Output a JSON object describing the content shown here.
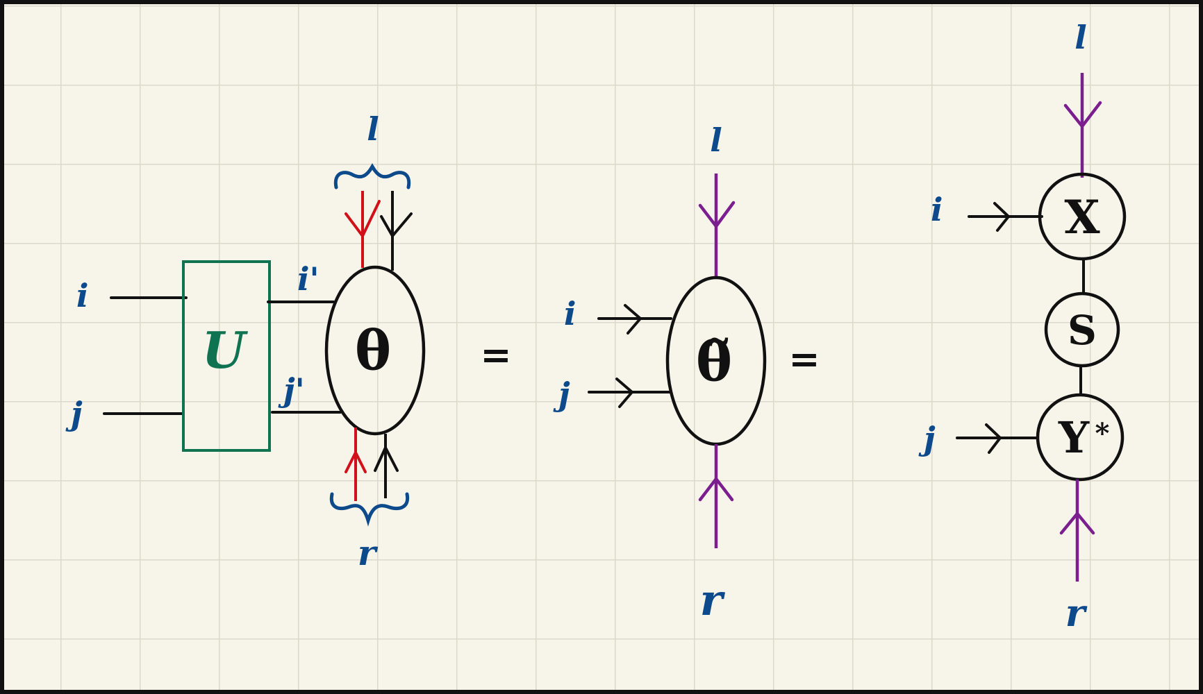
{
  "colors": {
    "background": "#f7f4e9",
    "grid": "#dcd9cc",
    "frame": "#111111",
    "index_label": "#0d4a8c",
    "unitary": "#0f7352",
    "red_wire": "#d2101a",
    "purple_wire": "#7b1f8f",
    "wire": "#111111"
  },
  "diagram1": {
    "label_i": "i",
    "label_j": "j",
    "label_i_prime": "i'",
    "label_j_prime": "j'",
    "label_l": "l",
    "label_r": "r",
    "unitary_label": "U",
    "tensor_label": "θ"
  },
  "equals_1": "=",
  "diagram2": {
    "label_i": "i",
    "label_j": "j",
    "label_l": "l",
    "label_r": "r",
    "tensor_label": "θ̃"
  },
  "equals_2": "=",
  "diagram3": {
    "label_i": "i",
    "label_j": "j",
    "label_l": "l",
    "label_r": "r",
    "node_x": "X",
    "node_s": "S",
    "node_y": "Y",
    "node_y_star": "*"
  }
}
